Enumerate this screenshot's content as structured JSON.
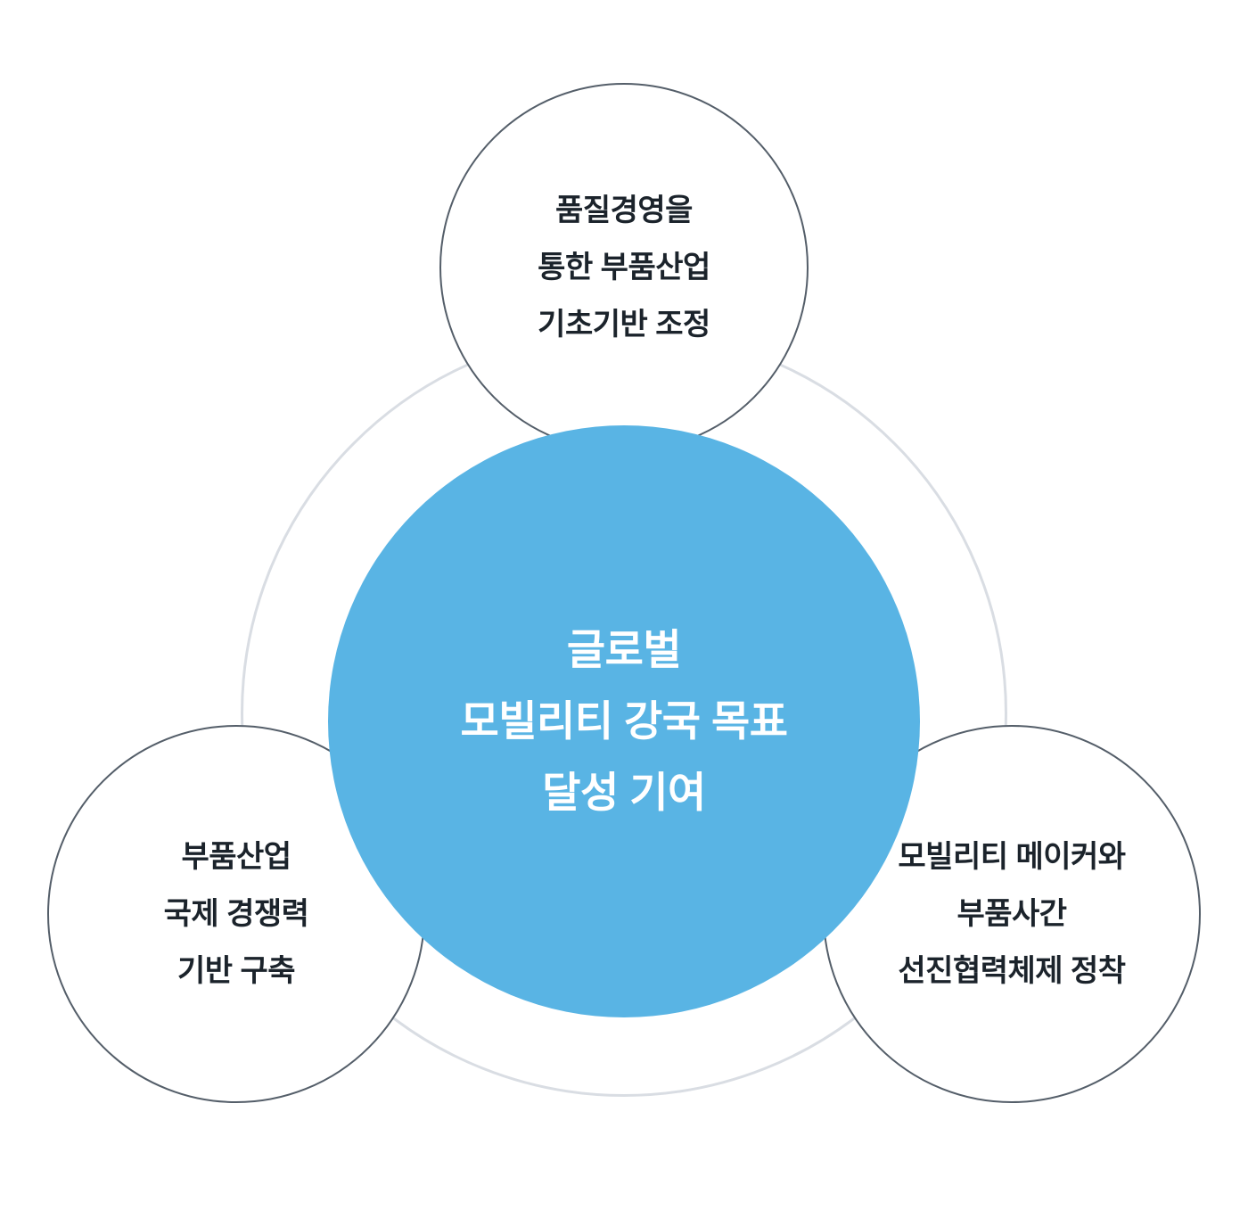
{
  "diagram": {
    "colors": {
      "background": "#ffffff",
      "ring_stroke": "#d9dde3",
      "satellite_border": "#545e69",
      "satellite_text": "#1b232b",
      "center_fill": "#59b4e4",
      "center_text": "#ffffff"
    },
    "center": {
      "lines": [
        "글로벌",
        "모빌리티 강국 목표",
        "달성 기여"
      ]
    },
    "satellites": {
      "top": {
        "lines": [
          "품질경영을",
          "통한 부품산업",
          "기초기반 조정"
        ]
      },
      "left": {
        "lines": [
          "부품산업",
          "국제 경쟁력",
          "기반 구축"
        ]
      },
      "right": {
        "lines": [
          "모빌리티 메이커와",
          "부품사간",
          "선진협력체제 정착"
        ]
      }
    }
  }
}
